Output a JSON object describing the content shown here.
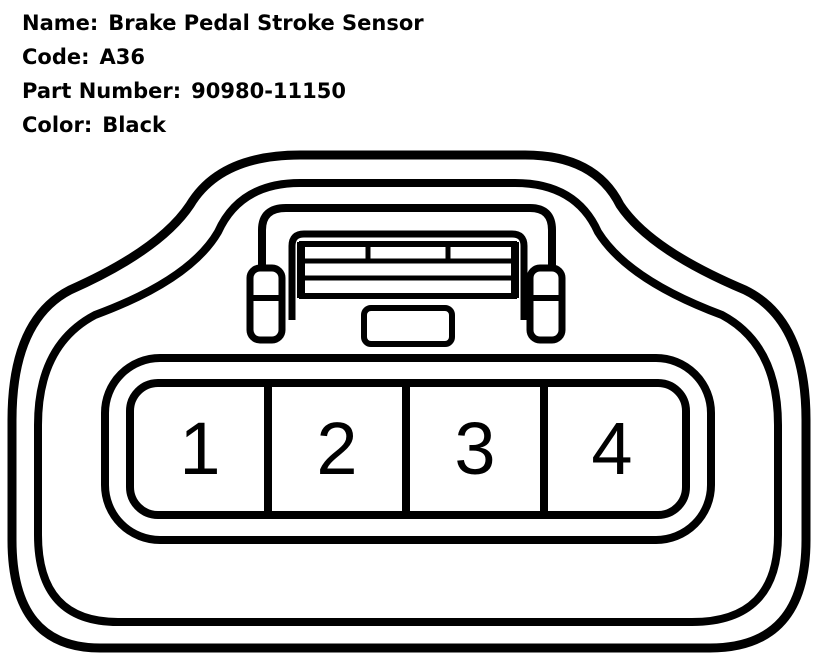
{
  "info": {
    "name_label": "Name:",
    "name_value": "Brake Pedal Stroke Sensor",
    "code_label": "Code:",
    "code_value": "A36",
    "part_label": "Part Number:",
    "part_value": "90980-11150",
    "color_label": "Color:",
    "color_value": "Black"
  },
  "pins": [
    "1",
    "2",
    "3",
    "4"
  ]
}
